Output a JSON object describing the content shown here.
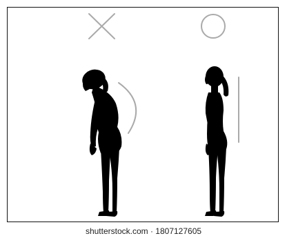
{
  "illustration": {
    "subject": "posture comparison",
    "figures": [
      {
        "verdict_symbol": "cross",
        "verdict": "incorrect",
        "posture": "slouched",
        "guide_shape": "curved"
      },
      {
        "verdict_symbol": "circle",
        "verdict": "correct",
        "posture": "upright",
        "guide_shape": "straight"
      }
    ],
    "colors": {
      "silhouette": "#000000",
      "symbols": "#aaaaaa",
      "background": "#ffffff",
      "frame": "#111111"
    }
  },
  "watermark": {
    "text": "shutterstock.com · 1807127605"
  }
}
